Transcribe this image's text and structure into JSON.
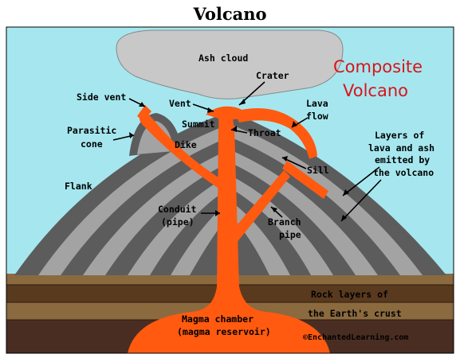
{
  "title": "Volcano",
  "heading": {
    "line1": "Composite",
    "line2": "Volcano"
  },
  "labels": {
    "ash_cloud": "Ash cloud",
    "crater": "Crater",
    "side_vent": "Side vent",
    "vent": "Vent",
    "lava_flow_1": "Lava",
    "lava_flow_2": "flow",
    "summit": "Summit",
    "throat": "Throat",
    "parasitic_cone_1": "Parasitic",
    "parasitic_cone_2": "cone",
    "dike": "Dike",
    "layers_1": "Layers of",
    "layers_2": "lava and ash",
    "layers_3": "emitted by",
    "layers_4": "the volcano",
    "sill": "Sill",
    "flank": "Flank",
    "conduit_1": "Conduit",
    "conduit_2": "(pipe)",
    "branch_pipe_1": "Branch",
    "branch_pipe_2": "pipe",
    "rock_layers_1": "Rock layers of",
    "rock_layers_2": "the Earth's crust",
    "magma_chamber_1": "Magma chamber",
    "magma_chamber_2": "(magma reservoir)",
    "credit": "©EnchantedLearning.com"
  },
  "colors": {
    "sky": "#a6e7ef",
    "lava": "#ff5a10",
    "ash": "#c8c8c8",
    "rock_light": "#a3a3a3",
    "rock_dark": "#5c5c5c",
    "crust_light": "#8b6a3f",
    "crust_dark": "#5a3a1e",
    "heading_red": "#d9141a"
  }
}
